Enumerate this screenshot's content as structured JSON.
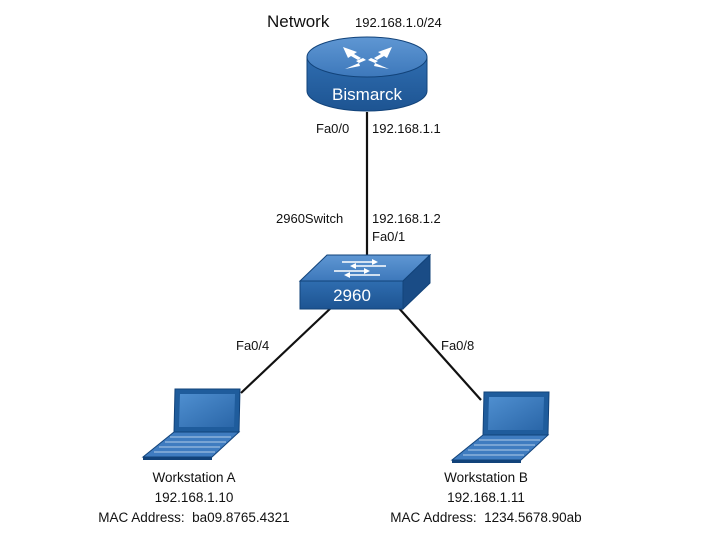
{
  "network": {
    "word": "Network",
    "address": "192.168.1.0/24"
  },
  "router": {
    "name": "Bismarck",
    "interface": "Fa0/0",
    "ip": "192.168.1.1",
    "color": "#2a66a8"
  },
  "switch": {
    "hostname": "2960Switch",
    "ip": "192.168.1.2",
    "uplink_port": "Fa0/1",
    "model": "2960",
    "color": "#2a66a8"
  },
  "links": {
    "workstation_a_port": "Fa0/4",
    "workstation_b_port": "Fa0/8"
  },
  "workstation_a": {
    "name": "Workstation A",
    "ip": "192.168.1.10",
    "mac": "MAC Address:  ba09.8765.4321"
  },
  "workstation_b": {
    "name": "Workstation B",
    "ip": "192.168.1.11",
    "mac": "MAC Address:  1234.5678.90ab"
  }
}
